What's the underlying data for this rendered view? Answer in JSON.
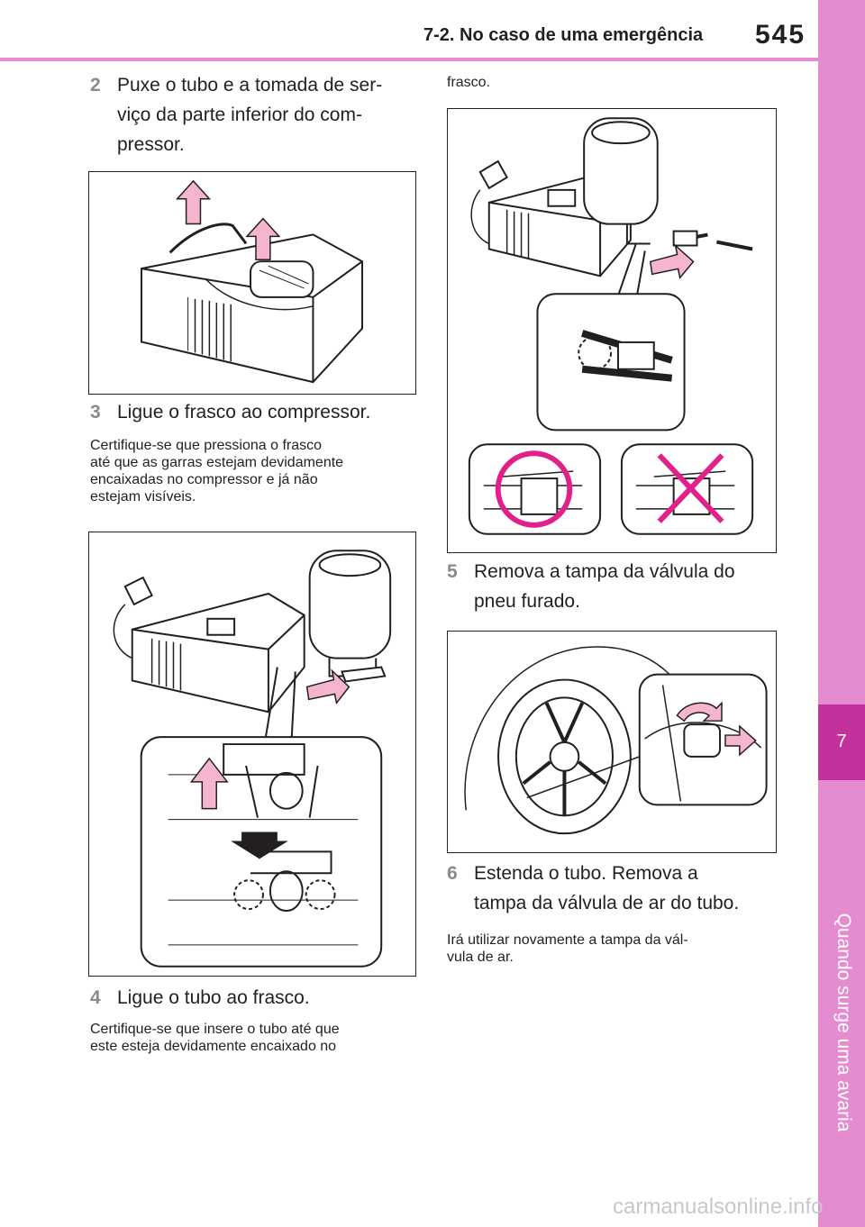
{
  "header": {
    "section_title": "7-2. No caso de uma emergência",
    "page_number": "545"
  },
  "side_tab": {
    "chapter_number": "7",
    "chapter_title": "Quando surge uma avaria"
  },
  "steps": [
    {
      "number": "2",
      "line1": "Puxe o tubo e a tomada de ser-",
      "line2": "viço da parte inferior do com-",
      "line3": "pressor."
    },
    {
      "number": "3",
      "line1": "Ligue o frasco ao compressor."
    },
    {
      "number": "4",
      "line1": "Ligue o tubo ao frasco."
    },
    {
      "number": "5",
      "line1": "Remova a tampa da válvula do",
      "line2": "pneu furado."
    },
    {
      "number": "6",
      "line1": "Estenda o tubo. Remova a",
      "line2": "tampa da válvula de ar do tubo."
    }
  ],
  "notes": {
    "step3": [
      "Certifique-se que pressiona o frasco",
      "até que as garras estejam devidamente",
      "encaixadas no compressor e já não",
      "estejam visíveis."
    ],
    "step4": [
      "Certifique-se que insere o tubo até que",
      "este esteja devidamente encaixado no"
    ],
    "step4_cont": "frasco.",
    "step6": [
      "Irá utilizar novamente a tampa da vál-",
      "vula de ar."
    ]
  },
  "watermark": "carmanualsonline.info",
  "colors": {
    "accent_pink": "#e58bd0",
    "accent_magenta": "#c2329c",
    "arrow_pink": "#f5b5cf",
    "mark_magenta": "#e0218a"
  }
}
